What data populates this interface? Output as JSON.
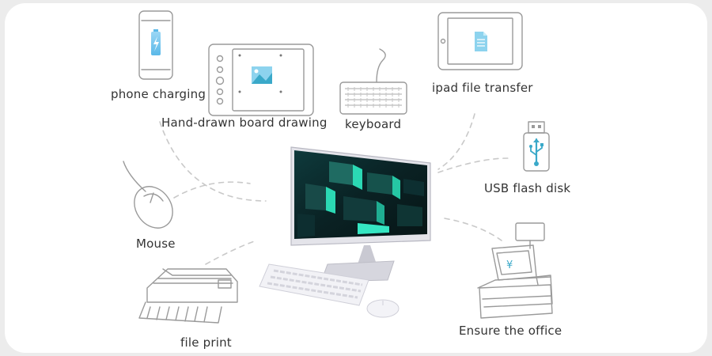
{
  "labels": {
    "phone_charging": "phone charging",
    "board_drawing": "Hand-drawn board drawing",
    "keyboard": "keyboard",
    "ipad_transfer": "ipad file transfer",
    "usb_disk": "USB flash disk",
    "mouse": "Mouse",
    "file_print": "file print",
    "office": "Ensure the office"
  },
  "colors": {
    "line_art": "#9a9a9a",
    "connector": "#c9c9c9",
    "accent_teal": "#2bd9b4",
    "screen_dark": "#0c2a2c",
    "label_text": "#333333"
  },
  "icons": {
    "phone": "phone-icon",
    "tablet": "drawing-tablet-icon",
    "keyboard": "keyboard-icon",
    "ipad": "ipad-icon",
    "usb": "usb-drive-icon",
    "mouse": "mouse-icon",
    "printer": "printer-icon",
    "register": "cash-register-icon",
    "computer": "all-in-one-computer"
  },
  "register_symbol": "¥"
}
